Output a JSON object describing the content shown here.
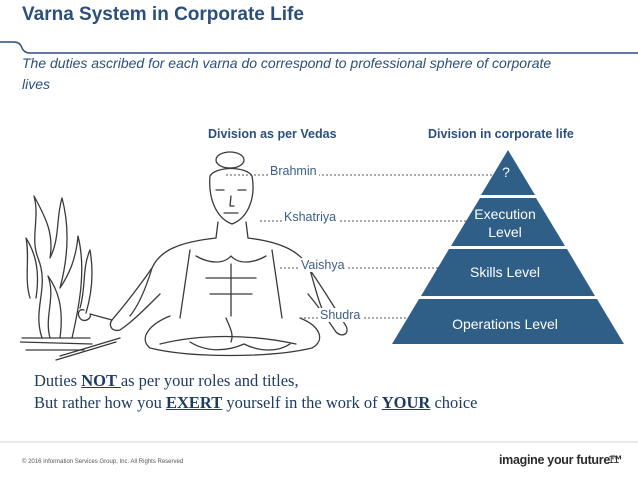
{
  "title": "Varna System in Corporate Life",
  "subtitle": "The duties ascribed for each varna do correspond to professional sphere of corporate lives",
  "columns": {
    "vedas_header": "Division as per Vedas",
    "corporate_header": "Division in corporate life"
  },
  "varnas": [
    "Brahmin",
    "Kshatriya",
    "Vaishya",
    "Shudra"
  ],
  "pyramid_levels": [
    {
      "label": "?",
      "color": "#2f5e86"
    },
    {
      "label": "Execution Level",
      "color": "#2f5e86"
    },
    {
      "label": "Skills Level",
      "color": "#2f5e86"
    },
    {
      "label": "Operations Level",
      "color": "#2f5e86"
    }
  ],
  "statement": {
    "line1_pre": "Duties ",
    "line1_emph": "NOT ",
    "line1_post": "as per your roles and titles,",
    "line2_pre": "But rather how you ",
    "line2_emph1": "EXERT",
    "line2_mid": " yourself in the work of ",
    "line2_emph2": "YOUR",
    "line2_post": " choice"
  },
  "footer": {
    "copyright": "© 2016 Information Services Group, Inc. All Rights Reserved",
    "brand": "imagine your future™",
    "page": "11"
  },
  "colors": {
    "title": "#2b4f7d",
    "pyramid": "#2f5e86",
    "emphasis": "#1e3c63"
  }
}
